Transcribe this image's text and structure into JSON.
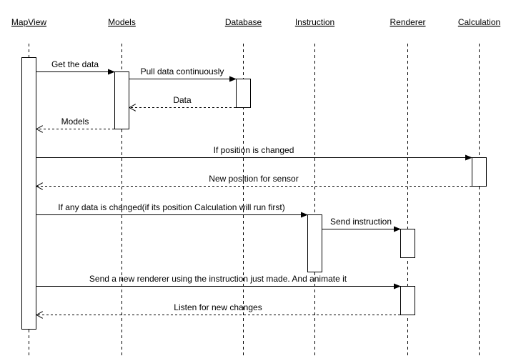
{
  "participants": [
    {
      "id": "mapview",
      "label": "MapView"
    },
    {
      "id": "models",
      "label": "Models"
    },
    {
      "id": "database",
      "label": "Database"
    },
    {
      "id": "instruction",
      "label": "Instruction"
    },
    {
      "id": "renderer",
      "label": "Renderer"
    },
    {
      "id": "calculation",
      "label": "Calculation"
    }
  ],
  "messages": [
    {
      "id": "m1",
      "from": "mapview",
      "to": "models",
      "label": "Get the data",
      "style": "solid"
    },
    {
      "id": "m2",
      "from": "models",
      "to": "database",
      "label": "Pull data continuously",
      "style": "solid"
    },
    {
      "id": "m3",
      "from": "database",
      "to": "models",
      "label": "Data",
      "style": "dashed"
    },
    {
      "id": "m4",
      "from": "models",
      "to": "mapview",
      "label": "Models",
      "style": "dashed"
    },
    {
      "id": "m5",
      "from": "mapview",
      "to": "calculation",
      "label": "If position is changed",
      "style": "solid"
    },
    {
      "id": "m6",
      "from": "calculation",
      "to": "mapview",
      "label": "New position for sensor",
      "style": "dashed"
    },
    {
      "id": "m7",
      "from": "mapview",
      "to": "instruction",
      "label": "If any data is changed(if its position Calculation will run first)",
      "style": "solid"
    },
    {
      "id": "m8",
      "from": "instruction",
      "to": "renderer",
      "label": "Send instruction",
      "style": "solid"
    },
    {
      "id": "m9",
      "from": "mapview",
      "to": "renderer",
      "label": "Send a new renderer using the instruction just made. And animate it",
      "style": "solid"
    },
    {
      "id": "m10",
      "from": "renderer",
      "to": "mapview",
      "label": "Listen for new changes",
      "style": "dashed"
    }
  ]
}
